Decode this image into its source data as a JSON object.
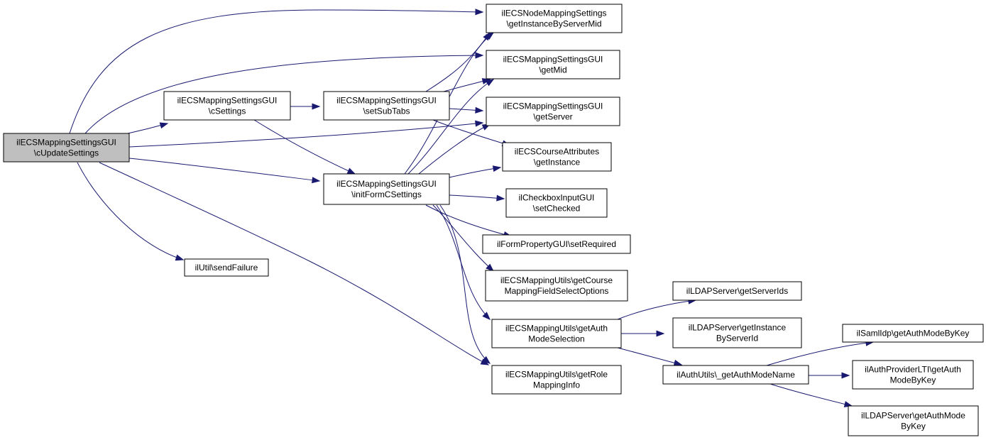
{
  "colors": {
    "edge": "#191970",
    "root_fill": "#bfbfbf",
    "node_fill": "#ffffff",
    "border": "#000000"
  },
  "nodes": [
    {
      "id": "root",
      "label": [
        "ilECSMappingSettingsGUI",
        "\\cUpdateSettings"
      ],
      "highlighted": true
    },
    {
      "id": "csettings",
      "label": [
        "ilECSMappingSettingsGUI",
        "\\cSettings"
      ]
    },
    {
      "id": "sendfailure",
      "label": [
        "ilUtil\\sendFailure"
      ]
    },
    {
      "id": "setsubtabs",
      "label": [
        "ilECSMappingSettingsGUI",
        "\\setSubTabs"
      ]
    },
    {
      "id": "initform",
      "label": [
        "ilECSMappingSettingsGUI",
        "\\initFormCSettings"
      ]
    },
    {
      "id": "nodemapping",
      "label": [
        "ilECSNodeMappingSettings",
        "\\getInstanceByServerMid"
      ]
    },
    {
      "id": "getmid",
      "label": [
        "ilECSMappingSettingsGUI",
        "\\getMid"
      ]
    },
    {
      "id": "getserver",
      "label": [
        "ilECSMappingSettingsGUI",
        "\\getServer"
      ]
    },
    {
      "id": "courseattr",
      "label": [
        "ilECSCourseAttributes",
        "\\getInstance"
      ]
    },
    {
      "id": "checkbox",
      "label": [
        "ilCheckboxInputGUI",
        "\\setChecked"
      ]
    },
    {
      "id": "setrequired",
      "label": [
        "ilFormPropertyGUI\\setRequired"
      ]
    },
    {
      "id": "coursemapping",
      "label": [
        "ilECSMappingUtils\\getCourse",
        "MappingFieldSelectOptions"
      ]
    },
    {
      "id": "authmodesel",
      "label": [
        "ilECSMappingUtils\\getAuth",
        "ModeSelection"
      ]
    },
    {
      "id": "rolemapping",
      "label": [
        "ilECSMappingUtils\\getRole",
        "MappingInfo"
      ]
    },
    {
      "id": "ldapids",
      "label": [
        "ilLDAPServer\\getServerIds"
      ]
    },
    {
      "id": "ldapinstance",
      "label": [
        "ilLDAPServer\\getInstance",
        "ByServerId"
      ]
    },
    {
      "id": "authname",
      "label": [
        "ilAuthUtils\\_getAuthModeName"
      ]
    },
    {
      "id": "samlidp",
      "label": [
        "ilSamlIdp\\getAuthModeByKey"
      ]
    },
    {
      "id": "authlti",
      "label": [
        "ilAuthProviderLTI\\getAuth",
        "ModeByKey"
      ]
    },
    {
      "id": "ldapauthmode",
      "label": [
        "ilLDAPServer\\getAuthMode",
        "ByKey"
      ]
    }
  ],
  "edges": [
    {
      "from": "root",
      "to": "csettings"
    },
    {
      "from": "root",
      "to": "sendfailure"
    },
    {
      "from": "root",
      "to": "initform"
    },
    {
      "from": "root",
      "to": "nodemapping"
    },
    {
      "from": "root",
      "to": "getmid"
    },
    {
      "from": "root",
      "to": "getserver"
    },
    {
      "from": "root",
      "to": "rolemapping"
    },
    {
      "from": "csettings",
      "to": "setsubtabs"
    },
    {
      "from": "csettings",
      "to": "initform"
    },
    {
      "from": "setsubtabs",
      "to": "nodemapping"
    },
    {
      "from": "setsubtabs",
      "to": "getmid"
    },
    {
      "from": "setsubtabs",
      "to": "getserver"
    },
    {
      "from": "setsubtabs",
      "to": "courseattr"
    },
    {
      "from": "initform",
      "to": "nodemapping"
    },
    {
      "from": "initform",
      "to": "getmid"
    },
    {
      "from": "initform",
      "to": "getserver"
    },
    {
      "from": "initform",
      "to": "courseattr"
    },
    {
      "from": "initform",
      "to": "checkbox"
    },
    {
      "from": "initform",
      "to": "setrequired"
    },
    {
      "from": "initform",
      "to": "coursemapping"
    },
    {
      "from": "initform",
      "to": "authmodesel"
    },
    {
      "from": "initform",
      "to": "rolemapping"
    },
    {
      "from": "authmodesel",
      "to": "ldapids"
    },
    {
      "from": "authmodesel",
      "to": "ldapinstance"
    },
    {
      "from": "authmodesel",
      "to": "authname"
    },
    {
      "from": "authname",
      "to": "samlidp"
    },
    {
      "from": "authname",
      "to": "authlti"
    },
    {
      "from": "authname",
      "to": "ldapauthmode"
    }
  ]
}
